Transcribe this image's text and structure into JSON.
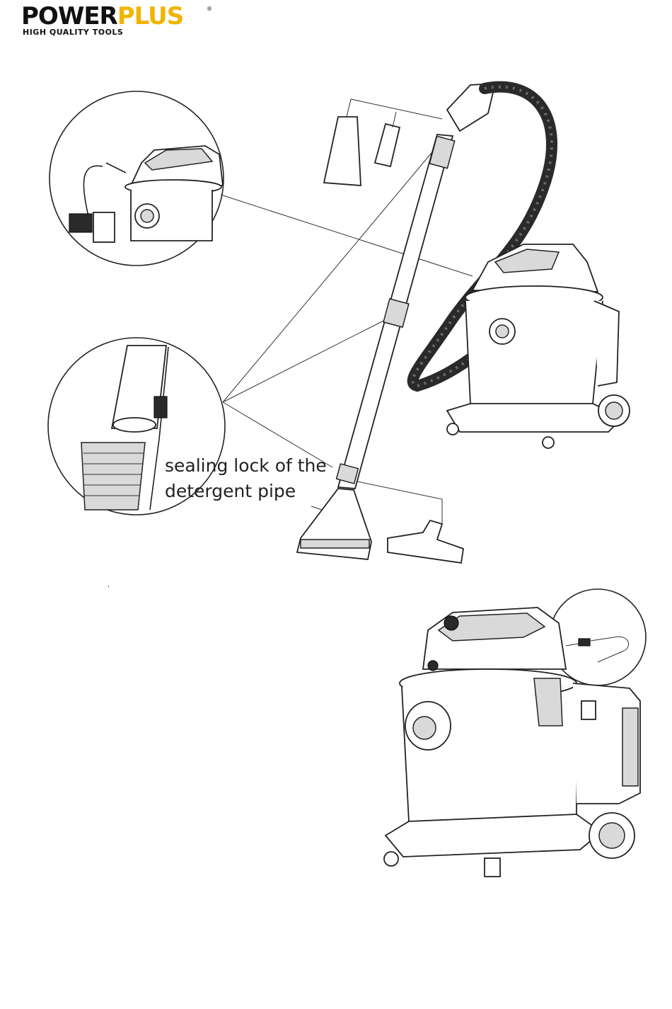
{
  "brand": {
    "name_part1": "POWER",
    "name_part2": "PLUS",
    "registered": "®",
    "tagline": "HIGH QUALITY TOOLS",
    "colors": {
      "dark": "#111111",
      "accent": "#f2b400"
    }
  },
  "figure1": {
    "callout_line1": "sealing lock of the",
    "callout_line2": "detergent pipe"
  },
  "stray_mark": "'"
}
